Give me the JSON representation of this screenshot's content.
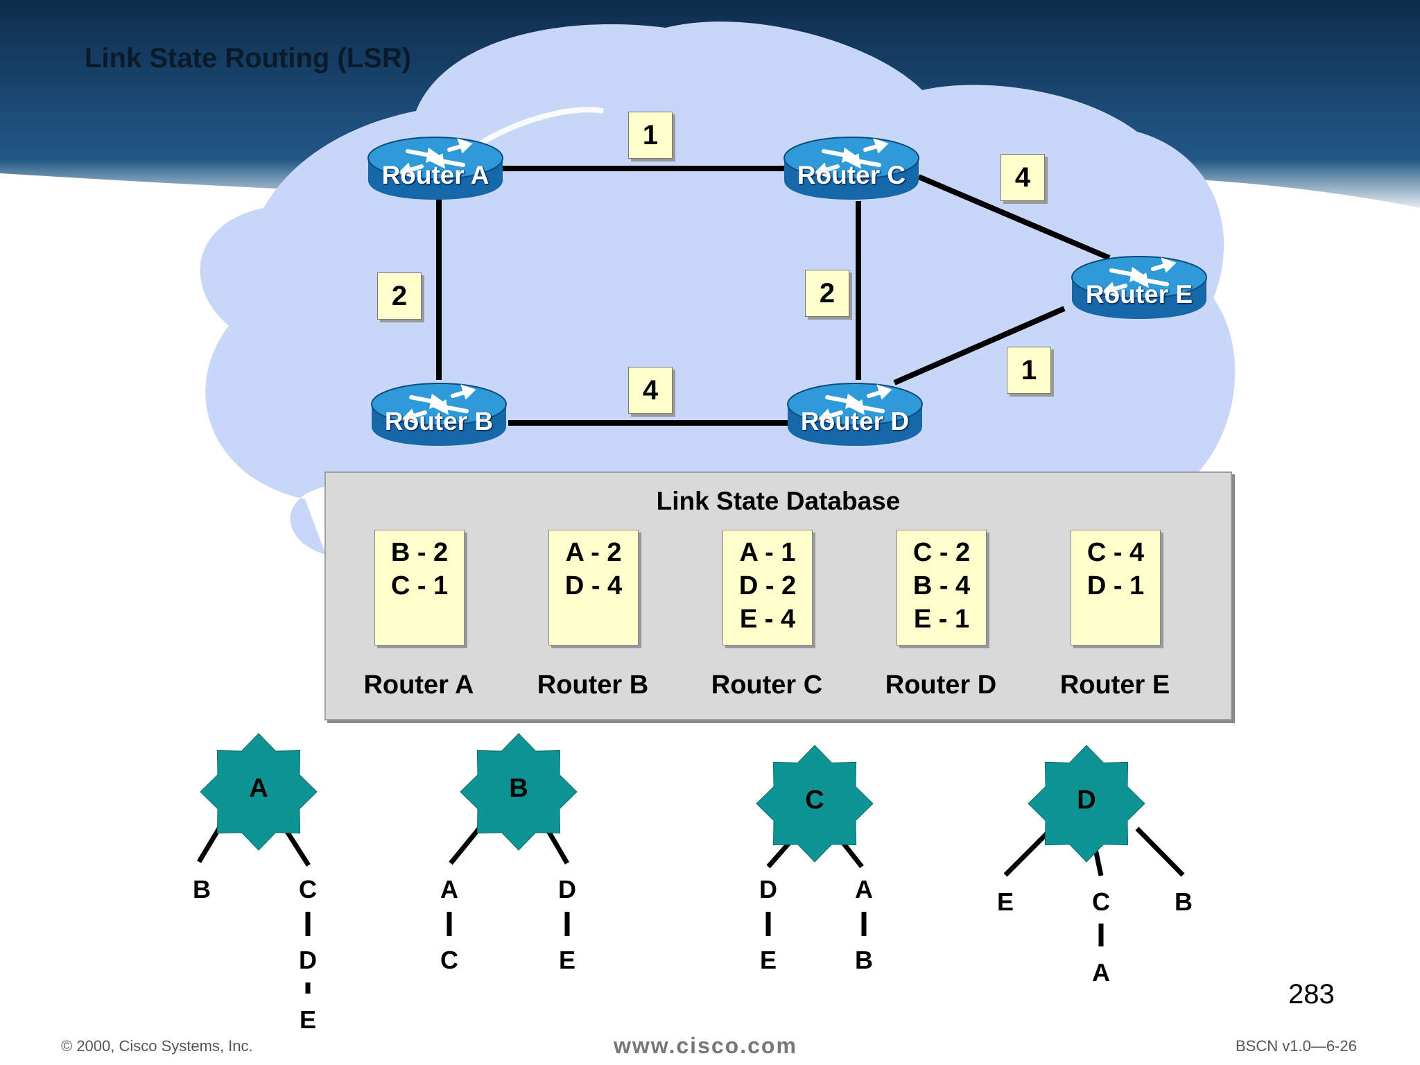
{
  "slide": {
    "title": "Link State Routing (LSR)",
    "page_number": "283",
    "footer_left": "© 2000, Cisco Systems, Inc.",
    "footer_center": "www.cisco.com",
    "footer_right": "BSCN v1.0—6-26"
  },
  "colors": {
    "cloud": "#c8d6f8",
    "router_body": "#1a7fc1",
    "spf_star": "#0f9494",
    "cost_box": "#ffffcc",
    "lsdb_panel": "#d9d9d9",
    "header_band": "#14395e"
  },
  "topology": {
    "routers": {
      "a": "Router A",
      "b": "Router B",
      "c": "Router C",
      "d": "Router D",
      "e": "Router E"
    },
    "links": [
      {
        "from": "Router A",
        "to": "Router C",
        "cost": "1"
      },
      {
        "from": "Router A",
        "to": "Router B",
        "cost": "2"
      },
      {
        "from": "Router C",
        "to": "Router D",
        "cost": "2"
      },
      {
        "from": "Router C",
        "to": "Router E",
        "cost": "4"
      },
      {
        "from": "Router B",
        "to": "Router D",
        "cost": "4"
      },
      {
        "from": "Router D",
        "to": "Router E",
        "cost": "1"
      }
    ]
  },
  "lsdb": {
    "title": "Link State Database",
    "entries": [
      {
        "router": "Router A",
        "lines": [
          "B - 2",
          "C - 1"
        ]
      },
      {
        "router": "Router B",
        "lines": [
          "A - 2",
          "D - 4"
        ]
      },
      {
        "router": "Router C",
        "lines": [
          "A - 1",
          "D - 2",
          "E - 4"
        ]
      },
      {
        "router": "Router D",
        "lines": [
          "C - 2",
          "B - 4",
          "E - 1"
        ]
      },
      {
        "router": "Router E",
        "lines": [
          "C - 4",
          "D - 1"
        ]
      }
    ]
  },
  "spf_trees": {
    "a": {
      "root": "A",
      "left": "B",
      "right": "C",
      "right_chain": [
        "D",
        "E"
      ]
    },
    "b": {
      "root": "B",
      "left": "A",
      "left_chain": [
        "C"
      ],
      "right": "D",
      "right_chain": [
        "E"
      ]
    },
    "c": {
      "root": "C",
      "left": "D",
      "left_chain": [
        "E"
      ],
      "right": "A",
      "right_chain": [
        "B"
      ]
    },
    "d": {
      "root": "D",
      "left": "E",
      "middle": "C",
      "middle_chain": [
        "A"
      ],
      "right": "B"
    }
  }
}
